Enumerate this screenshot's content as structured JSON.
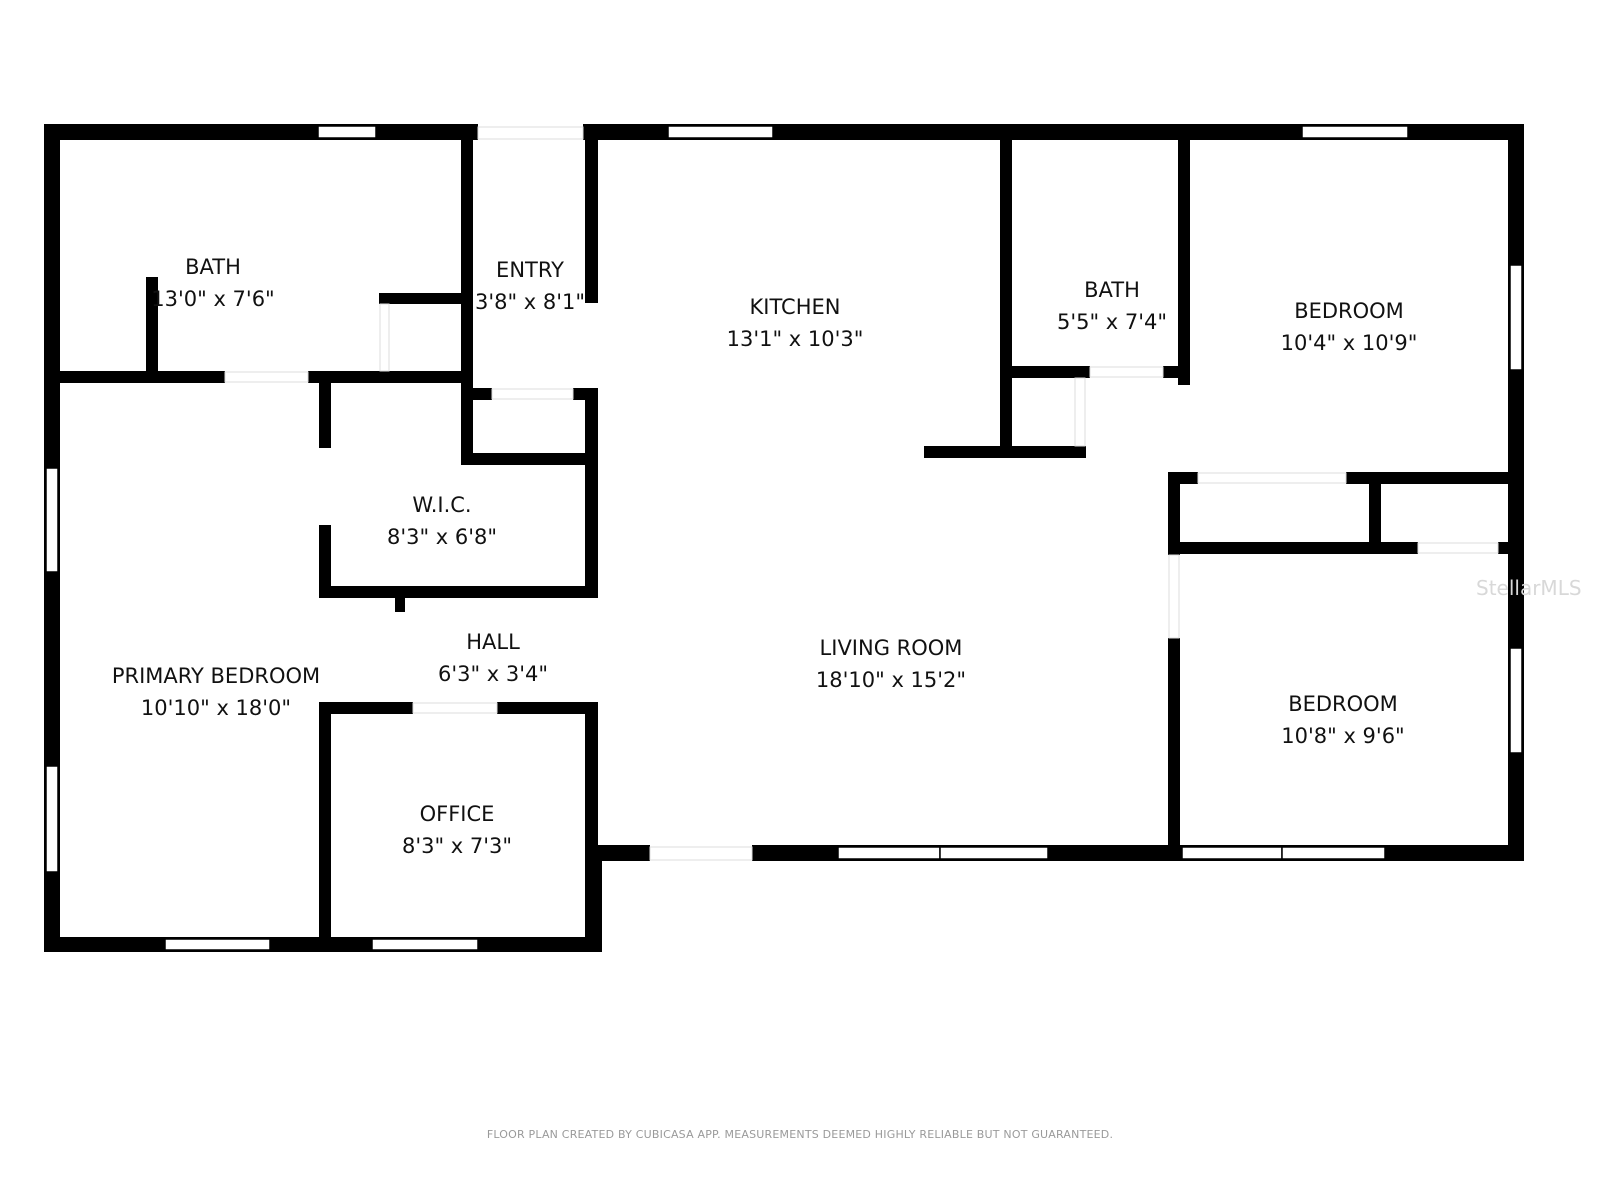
{
  "rooms": [
    {
      "name": "BATH",
      "dims": "13'0\" x 7'6\""
    },
    {
      "name": "ENTRY",
      "dims": "3'8\" x 8'1\""
    },
    {
      "name": "KITCHEN",
      "dims": "13'1\" x 10'3\""
    },
    {
      "name": "BATH",
      "dims": "5'5\" x 7'4\""
    },
    {
      "name": "BEDROOM",
      "dims": "10'4\" x 10'9\""
    },
    {
      "name": "W.I.C.",
      "dims": "8'3\" x 6'8\""
    },
    {
      "name": "HALL",
      "dims": "6'3\" x 3'4\""
    },
    {
      "name": "PRIMARY BEDROOM",
      "dims": "10'10\" x 18'0\""
    },
    {
      "name": "LIVING ROOM",
      "dims": "18'10\" x 15'2\""
    },
    {
      "name": "BEDROOM",
      "dims": "10'8\" x 9'6\""
    },
    {
      "name": "OFFICE",
      "dims": "8'3\" x 7'3\""
    }
  ],
  "footer": "FLOOR PLAN CREATED BY CUBICASA APP. MEASUREMENTS DEEMED HIGHLY RELIABLE BUT NOT GUARANTEED.",
  "watermark": "StellarMLS",
  "colors": {
    "wall": "#000000",
    "background": "#ffffff"
  }
}
